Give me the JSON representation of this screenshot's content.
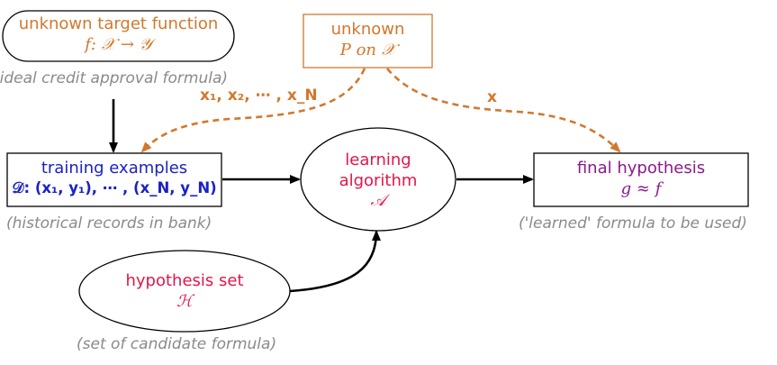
{
  "nodes": {
    "target_function": {
      "title": "unknown target function",
      "formula": "f: 𝒳 → 𝒴",
      "caption": "(ideal credit approval formula)"
    },
    "distribution": {
      "title": "unknown",
      "formula": "P on 𝒳"
    },
    "training_examples": {
      "title": "training examples",
      "formula": "𝒟: (x₁, y₁), ⋯ , (x_N, y_N)",
      "caption": "(historical records in bank)"
    },
    "learning_algorithm": {
      "line1": "learning",
      "line2": "algorithm",
      "symbol": "𝒜"
    },
    "final_hypothesis": {
      "title": "final hypothesis",
      "formula": "g ≈ f",
      "caption": "('learned' formula to be used)"
    },
    "hypothesis_set": {
      "title": "hypothesis set",
      "symbol": "ℋ",
      "caption": "(set of candidate formula)"
    }
  },
  "edge_labels": {
    "samples": "x₁, x₂, ⋯ , x_N",
    "test_input": "x"
  },
  "colors": {
    "orange": "#d2782c",
    "blue": "#1a22c4",
    "red": "#e0174a",
    "purple": "#8a1a8a",
    "caption_gray": "#8a8a8a"
  }
}
